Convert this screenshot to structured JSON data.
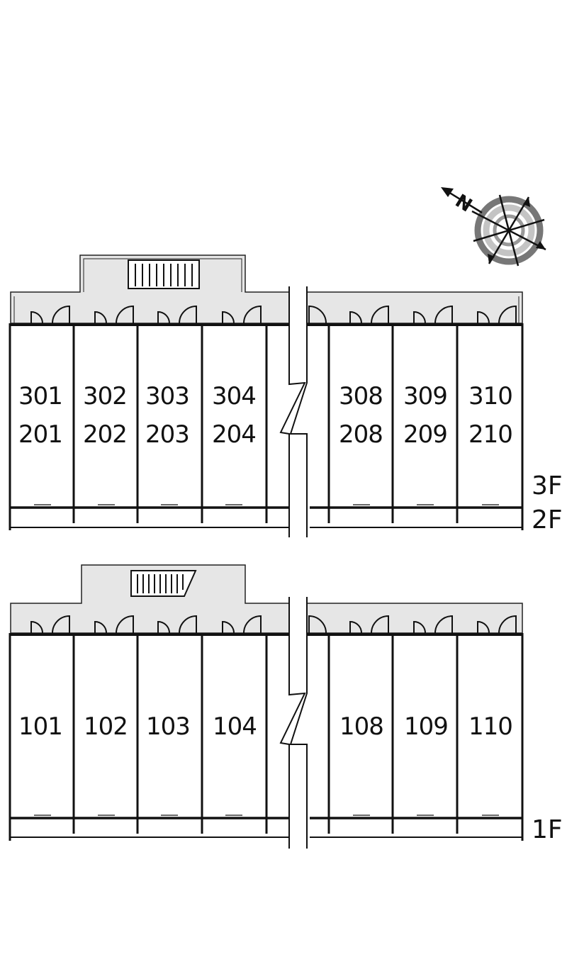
{
  "upper_block": {
    "floor_labels": [
      "3F",
      "2F"
    ],
    "left_units": [
      {
        "top": "301",
        "bottom": "201"
      },
      {
        "top": "302",
        "bottom": "202"
      },
      {
        "top": "303",
        "bottom": "203"
      },
      {
        "top": "304",
        "bottom": "204"
      }
    ],
    "right_units": [
      {
        "top": "308",
        "bottom": "208"
      },
      {
        "top": "309",
        "bottom": "209"
      },
      {
        "top": "310",
        "bottom": "210"
      }
    ]
  },
  "lower_block": {
    "floor_labels": [
      "1F"
    ],
    "left_units": [
      "101",
      "102",
      "103",
      "104"
    ],
    "right_units": [
      "108",
      "109",
      "110"
    ]
  },
  "compass": {
    "north_letter": "N",
    "icon": "compass-rose-icon"
  },
  "colors": {
    "corridor": "#e6e6e6",
    "wall": "#111111",
    "compass_ring_dark": "#777777",
    "compass_ring_light": "#c4c4c4"
  }
}
